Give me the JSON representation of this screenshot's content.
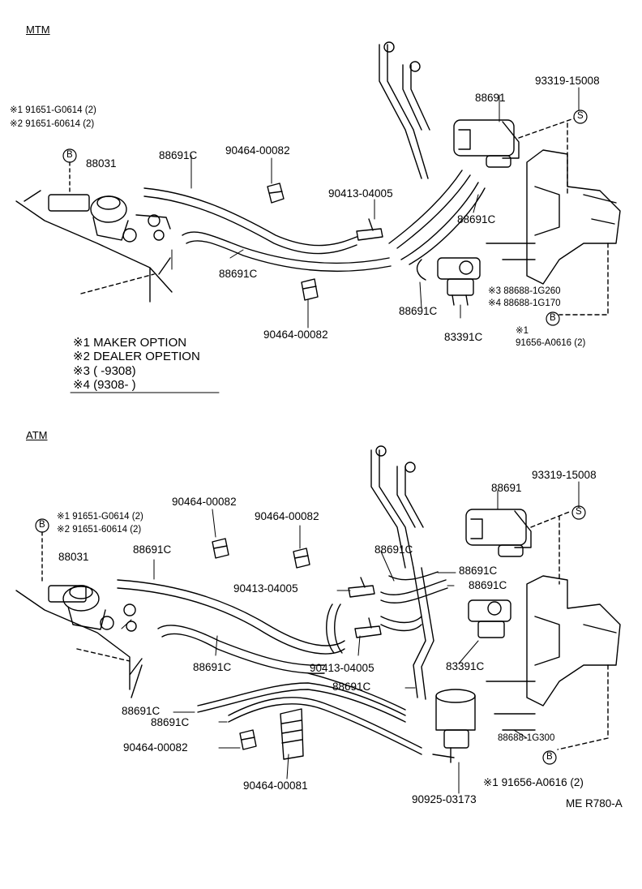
{
  "sections": {
    "mtm": {
      "heading": "MTM",
      "labels": {
        "p93319": "93319-15008",
        "p88691": "88691",
        "opt1": "※1 91651-G0614 (2)",
        "opt2": "※2 91651-60614 (2)",
        "p88031": "88031",
        "h1": "88691C",
        "clip1": "90464-00082",
        "p90413": "90413-04005",
        "h2": "88691C",
        "h3": "88691C",
        "h4": "88691C",
        "clip2": "90464-00082",
        "vsv3": "※3 88688-1G260",
        "vsv4": "※4 88688-1G170",
        "p83391": "83391C",
        "boltNote": "※1",
        "bolt": "91656-A0616 (2)"
      },
      "circleS": "S",
      "circleB1": "B",
      "circleB2": "B"
    },
    "atm": {
      "heading": "ATM",
      "labels": {
        "p93319": "93319-15008",
        "p88691": "88691",
        "opt1": "※1 91651-G0614 (2)",
        "opt2": "※2 91651-60614 (2)",
        "p88031": "88031",
        "clipA": "90464-00082",
        "clipB": "90464-00082",
        "h1": "88691C",
        "h2": "88691C",
        "h3": "88691C",
        "h4": "88691C",
        "p90413a": "90413-04005",
        "p90413b": "90413-04005",
        "h5": "88691C",
        "p83391": "83391C",
        "h6": "88691C",
        "h7": "88691C",
        "h8": "88691C",
        "clipC": "90464-00082",
        "p88688": "88688-1G300",
        "bolt": "※1 91656-A0616 (2)",
        "clipD": "90464-00081",
        "p90925": "90925-03173",
        "ref": "ME R780-A"
      },
      "circleS": "S",
      "circleB1": "B",
      "circleB2": "B"
    }
  },
  "notes": [
    "※1 MAKER OPTION",
    "※2 DEALER OPETION",
    "※3 (      -9308)",
    "※4 (9308-       )"
  ]
}
